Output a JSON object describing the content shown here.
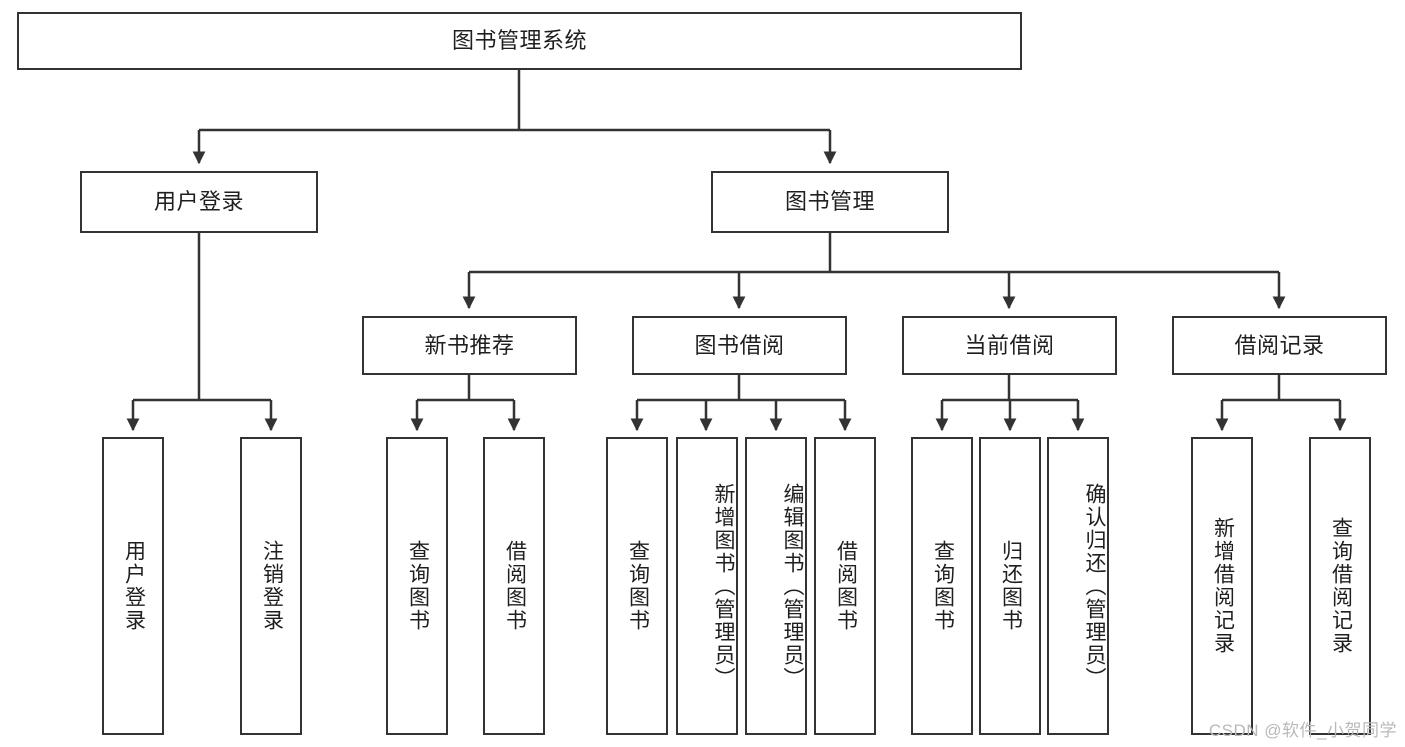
{
  "diagram": {
    "title": "图书管理系统",
    "watermark": "CSDN @软件_小贺同学",
    "line_color": "#333333",
    "box_fill": "#ffffff",
    "text_color": "#1f1f1f",
    "watermark_color": "#b9b9b9"
  },
  "nodes": {
    "root": {
      "label": "图书管理系统"
    },
    "level2": [
      {
        "label": "用户登录"
      },
      {
        "label": "图书管理"
      }
    ],
    "level3": [
      {
        "label": "新书推荐"
      },
      {
        "label": "图书借阅"
      },
      {
        "label": "当前借阅"
      },
      {
        "label": "借阅记录"
      }
    ],
    "leaves": {
      "user_login": [
        {
          "label": "用户登录"
        },
        {
          "label": "注销登录"
        }
      ],
      "new_book_recommend": [
        {
          "label": "查询图书"
        },
        {
          "label": "借阅图书"
        }
      ],
      "book_borrow": [
        {
          "label": "查询图书"
        },
        {
          "label": "新增图书（管理员）"
        },
        {
          "label": "编辑图书（管理员）"
        },
        {
          "label": "借阅图书"
        }
      ],
      "current_borrow": [
        {
          "label": "查询图书"
        },
        {
          "label": "归还图书"
        },
        {
          "label": "确认归还（管理员）"
        }
      ],
      "borrow_record": [
        {
          "label": "新增借阅记录"
        },
        {
          "label": "查询借阅记录"
        }
      ]
    }
  }
}
